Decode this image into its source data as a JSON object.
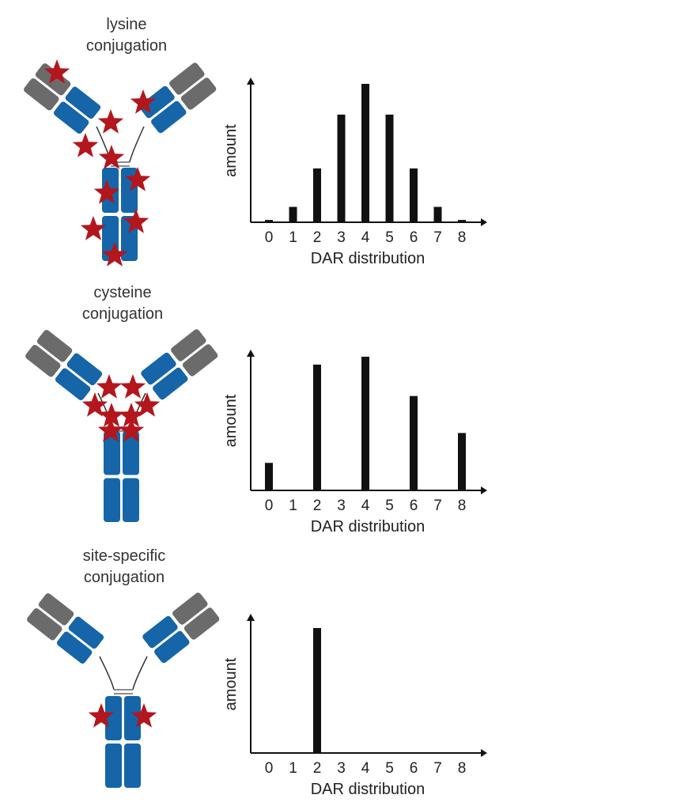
{
  "colors": {
    "heavy_chain": "#1565a8",
    "light_constant": "#6b6b6b",
    "payload_star": "#b3161c",
    "bar": "#111111",
    "axis": "#111111"
  },
  "panels": [
    {
      "title_line1": "lysine",
      "title_line2": "conjugation"
    },
    {
      "title_line1": "cysteine",
      "title_line2": "conjugation"
    },
    {
      "title_line1": "site-specific",
      "title_line2": "conjugation"
    }
  ],
  "chart_data": [
    {
      "type": "bar",
      "categories": [
        "0",
        "1",
        "2",
        "3",
        "4",
        "5",
        "6",
        "7",
        "8"
      ],
      "values": [
        0.3,
        2,
        7,
        14,
        18,
        14,
        7,
        2,
        0.3
      ],
      "ylim": [
        0,
        18
      ],
      "xlabel": "DAR distribution",
      "ylabel": "amount"
    },
    {
      "type": "bar",
      "categories": [
        "0",
        "1",
        "2",
        "3",
        "4",
        "5",
        "6",
        "7",
        "8"
      ],
      "values": [
        3.5,
        0,
        16,
        0,
        17,
        0,
        12,
        0,
        7.3
      ],
      "ylim": [
        0,
        17
      ],
      "xlabel": "DAR distribution",
      "ylabel": "amount"
    },
    {
      "type": "bar",
      "categories": [
        "0",
        "1",
        "2",
        "3",
        "4",
        "5",
        "6",
        "7",
        "8"
      ],
      "values": [
        0,
        0,
        16,
        0,
        0,
        0,
        0,
        0,
        0
      ],
      "ylim": [
        0,
        16
      ],
      "xlabel": "DAR distribution",
      "ylabel": "amount"
    }
  ]
}
